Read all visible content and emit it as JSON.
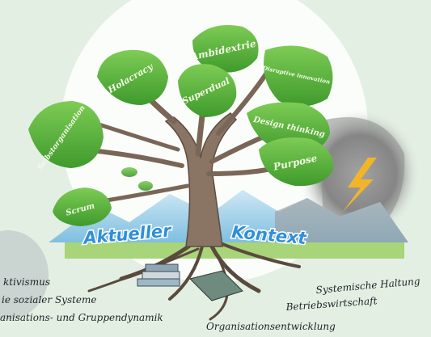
{
  "leaves": [
    {
      "label": "Ambidextrie"
    },
    {
      "label": "Disruptive innovation"
    },
    {
      "label": "Holacracy"
    },
    {
      "label": "Superdual"
    },
    {
      "label": "Selbstorganisation"
    },
    {
      "label": "Design thinking"
    },
    {
      "label": "Purpose"
    },
    {
      "label": "Scrum"
    }
  ],
  "context": {
    "word1": "Aktueller",
    "word2": "Kontext"
  },
  "roots": [
    {
      "label": "ktivismus"
    },
    {
      "label": "ie sozialer Systeme"
    },
    {
      "label": "anisations- und Gruppendynamik"
    },
    {
      "label": "Systemische Haltung"
    },
    {
      "label": "Betriebswirtschaft"
    },
    {
      "label": "Organisationsentwicklung"
    }
  ],
  "colors": {
    "background": "#e4efe4",
    "leaf": "#5cb840",
    "leaf_dark": "#3f9a2c",
    "trunk": "#8a7565",
    "sky_text": "#2f8fd8",
    "lightning": "#f2b52a",
    "storm": "#6e6e6e"
  }
}
